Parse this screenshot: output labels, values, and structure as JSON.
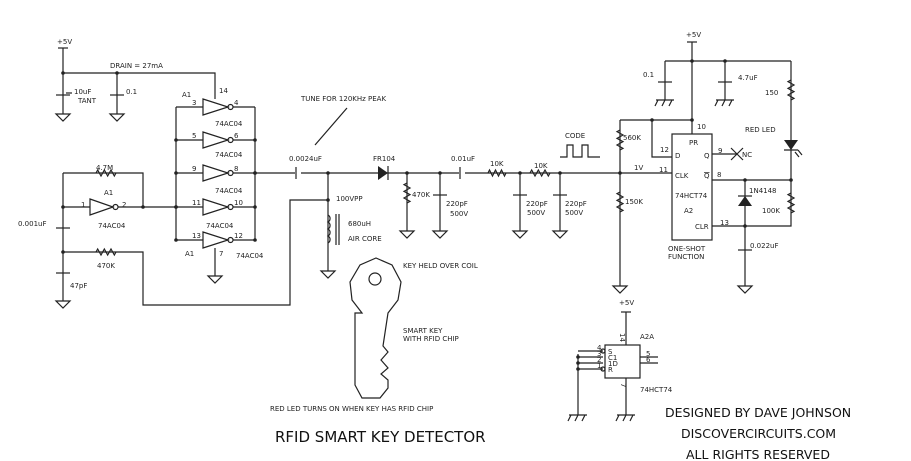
{
  "title": "RFID SMART KEY DETECTOR",
  "note": "RED LED TURNS ON WHEN KEY HAS RFID CHIP",
  "credits": [
    "DESIGNED BY DAVE JOHNSON",
    "DISCOVERCIRCUITS.COM",
    "ALL RIGHTS RESERVED"
  ],
  "supply": {
    "left": "+5V",
    "right": "+5V",
    "bottom": "+5V",
    "drain": "DRAIN = 27mA"
  },
  "oscillator": {
    "c_tant": "10uF",
    "c_tant_type": "TANT",
    "c_bypass": "0.1",
    "r_feedback": "4.7M",
    "c_timing": "0.001uF",
    "r_470k": "470K",
    "c_47p": "47pF",
    "inv_label": "A1",
    "inv_part": "74AC04",
    "pin_in": "1",
    "pin_out": "2"
  },
  "driver": {
    "unit": "A1",
    "part": "74AC04",
    "vcc_pin": "14",
    "gnd_pin": "7",
    "pins": [
      [
        "3",
        "4"
      ],
      [
        "5",
        "6"
      ],
      [
        "9",
        "8"
      ],
      [
        "11",
        "10"
      ],
      [
        "13",
        "12"
      ]
    ]
  },
  "tank": {
    "tune_note": "TUNE FOR 120KHz PEAK",
    "c_series": "0.0024uF",
    "vpp": "100VPP",
    "inductor": "680uH",
    "inductor_type": "AIR CORE"
  },
  "detector": {
    "diode": "FR104",
    "r_load": "470K",
    "c1": "220pF",
    "c1_v": "500V",
    "c_couple": "0.01uF",
    "r1": "10K",
    "c2": "220pF",
    "c2_v": "500V",
    "r2": "10K",
    "c3": "220pF",
    "c3_v": "500V",
    "code": "CODE"
  },
  "oneshot": {
    "r_top": "560K",
    "r_bottom": "150K",
    "bias": "1V",
    "c_bypass": "0.1",
    "c_bulk": "4.7uF",
    "r_led": "150",
    "led": "RED LED",
    "diode": "1N4148",
    "r_timing": "100K",
    "c_timing": "0.022uF",
    "ic_part": "74HCT74",
    "ic_unit": "A2",
    "pin_pr": "PR",
    "pin_d": "D",
    "pin_q": "Q",
    "pin_clk": "CLK",
    "pin_qbar": "Q",
    "pin_clr": "CLR",
    "pin_nums": {
      "pr": "10",
      "d": "12",
      "q": "9",
      "clk": "11",
      "qbar": "8",
      "clr": "13"
    },
    "nc": "NC",
    "function": [
      "ONE-SHOT",
      "FUNCTION"
    ]
  },
  "unused_ff": {
    "unit": "A2A",
    "part": "74HCT74",
    "vcc_pin": "14",
    "gnd_pin": "7",
    "pins_left": [
      "4",
      "3",
      "2",
      "1"
    ],
    "labels_left": [
      "S",
      "C1",
      "1D",
      "R"
    ],
    "pins_right": [
      "5",
      "6"
    ]
  },
  "key": {
    "held": "KEY HELD OVER COIL",
    "desc": [
      "SMART KEY",
      "WITH RFID CHIP"
    ]
  }
}
